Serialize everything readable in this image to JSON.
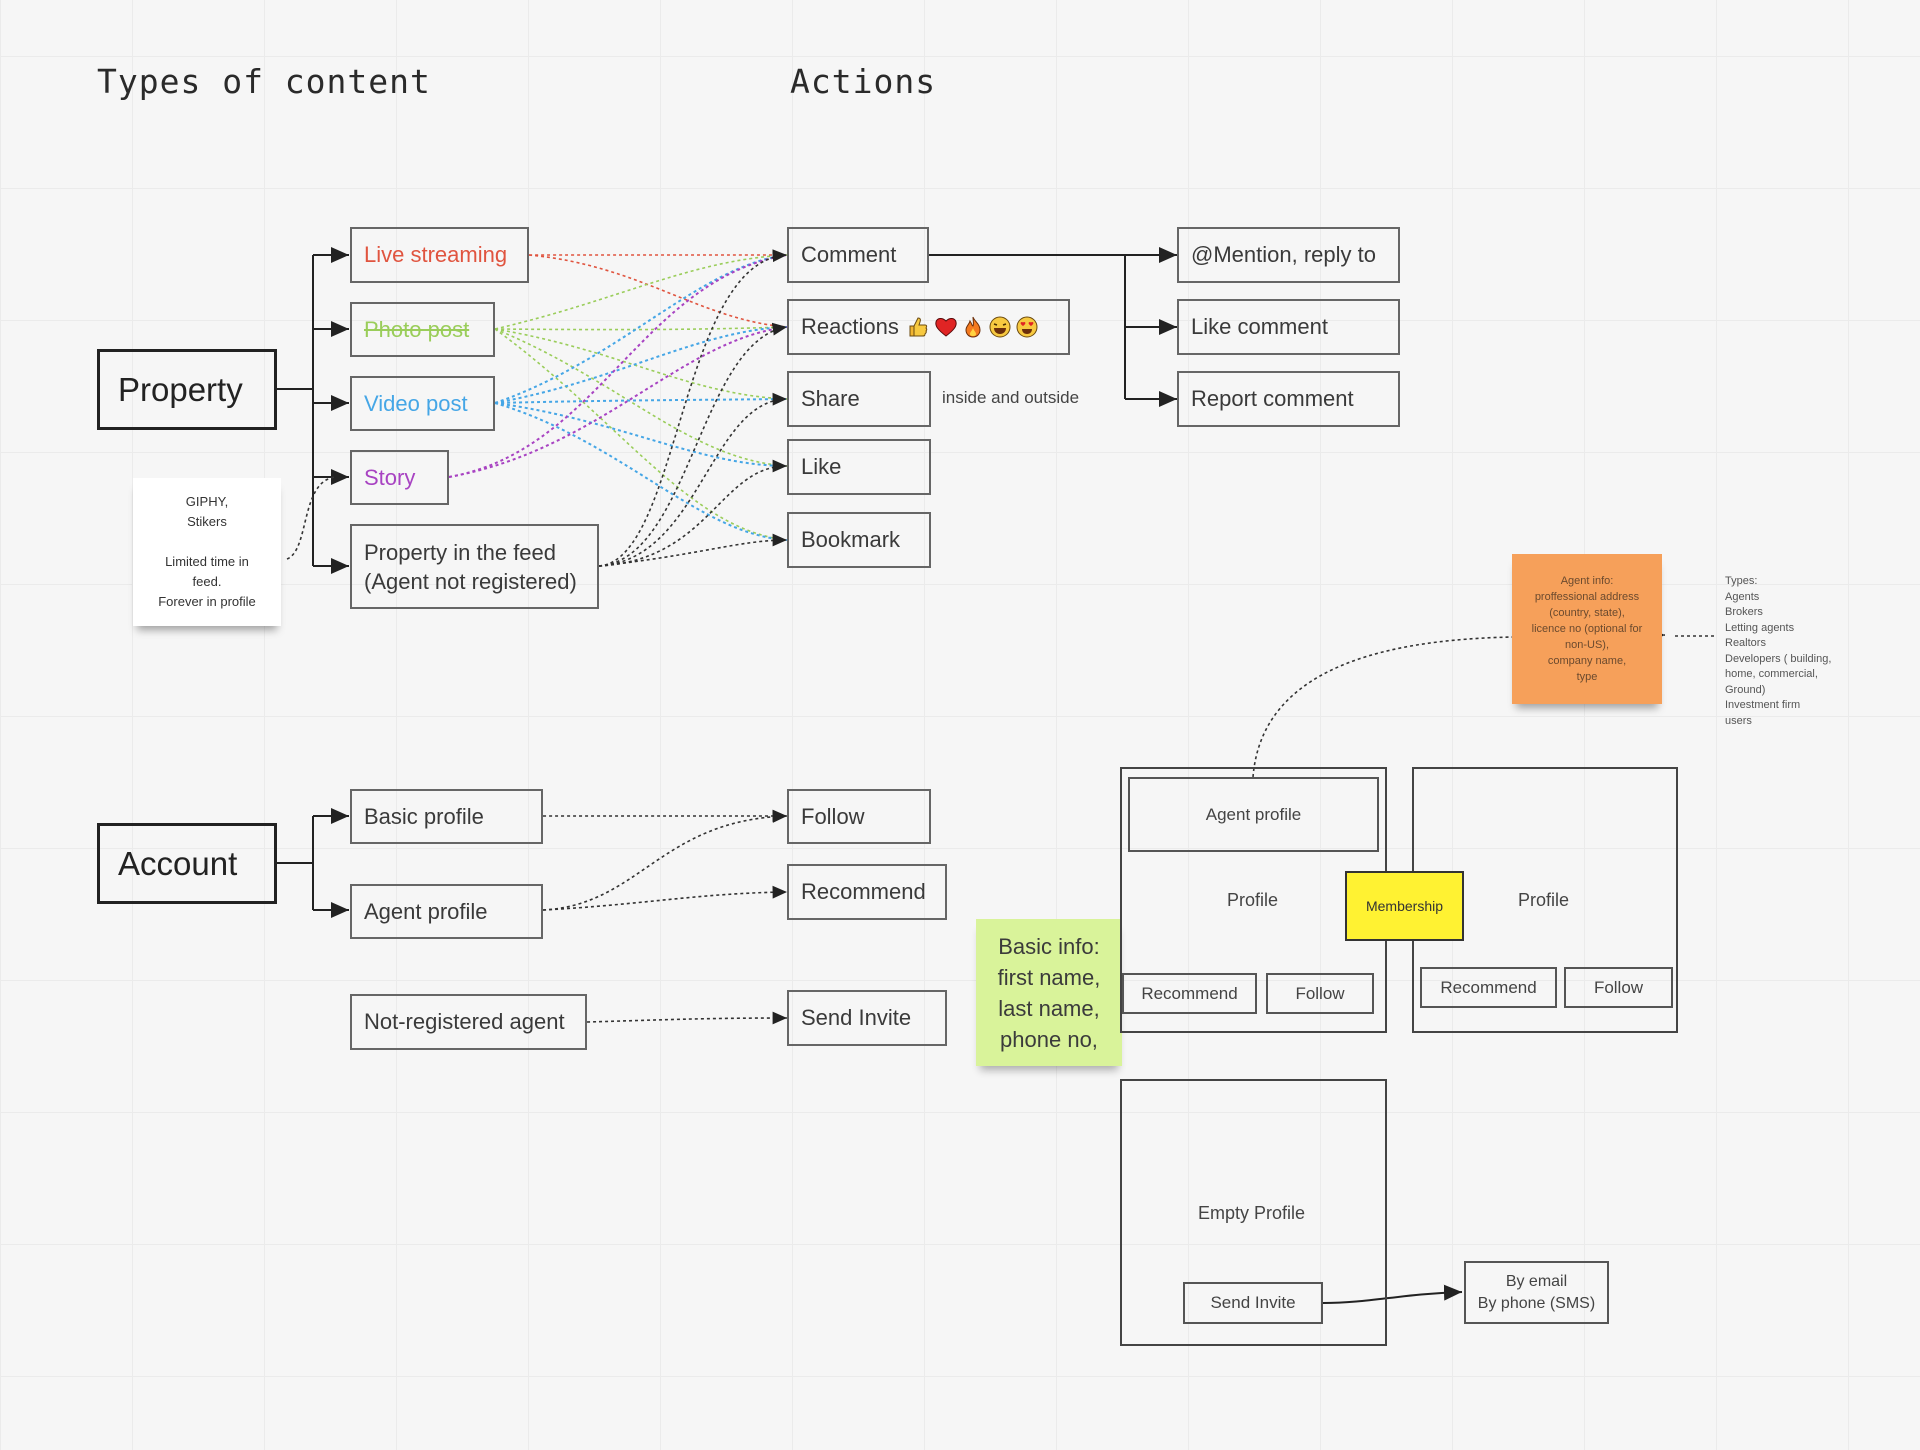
{
  "headings": {
    "content": "Types of content",
    "actions": "Actions"
  },
  "property": {
    "title": "Property",
    "items": {
      "live": "Live streaming",
      "photo": "Photo post",
      "video": "Video post",
      "story": "Story",
      "feed": "Property in the feed\n(Agent not registered)"
    }
  },
  "actions": {
    "comment": "Comment",
    "reactions": "Reactions",
    "share": "Share",
    "share_note": "inside and outside",
    "like": "Like",
    "bookmark": "Bookmark"
  },
  "comment_actions": {
    "mention": "@Mention, reply to",
    "like_comment": "Like comment",
    "report_comment": "Report comment"
  },
  "account": {
    "title": "Account",
    "basic": "Basic profile",
    "agent": "Agent profile",
    "not_registered": "Not-registered agent"
  },
  "account_actions": {
    "follow": "Follow",
    "recommend": "Recommend",
    "send_invite": "Send Invite"
  },
  "notes": {
    "giphy": "GIPHY,\nStikers\n\nLimited time in\nfeed.\nForever in profile",
    "agent_info": "Agent info:\nproffessional address\n(country, state),\nlicence no (optional for\nnon-US),\ncompany name,\ntype",
    "types": "Types:\nAgents\nBrokers\nLetting agents\nRealtors\nDevelopers ( building,\nhome, commercial,\nGround)\nInvestment firm\nusers",
    "basic_info": "Basic info:\nfirst name,\nlast name,\nphone no,",
    "membership": "Membership"
  },
  "frames": {
    "agent_frame": {
      "header": "Agent profile",
      "profile": "Profile",
      "recommend": "Recommend",
      "follow": "Follow"
    },
    "basic_frame": {
      "profile": "Profile",
      "recommend": "Recommend",
      "follow": "Follow"
    },
    "empty_frame": {
      "label": "Empty Profile",
      "send_invite": "Send Invite"
    }
  },
  "invite_channels": "By email\nBy phone (SMS)",
  "colors": {
    "live": "#e0543f",
    "photo": "#9acd5a",
    "video": "#45a6e6",
    "story": "#a843c2",
    "sticky_orange": "#f6a05a",
    "sticky_green": "#d9f39a",
    "sticky_yellow": "#fff232"
  },
  "icons": [
    "thumbs-up-icon",
    "heart-icon",
    "fire-icon",
    "laughing-face-icon",
    "heart-eyes-icon"
  ]
}
